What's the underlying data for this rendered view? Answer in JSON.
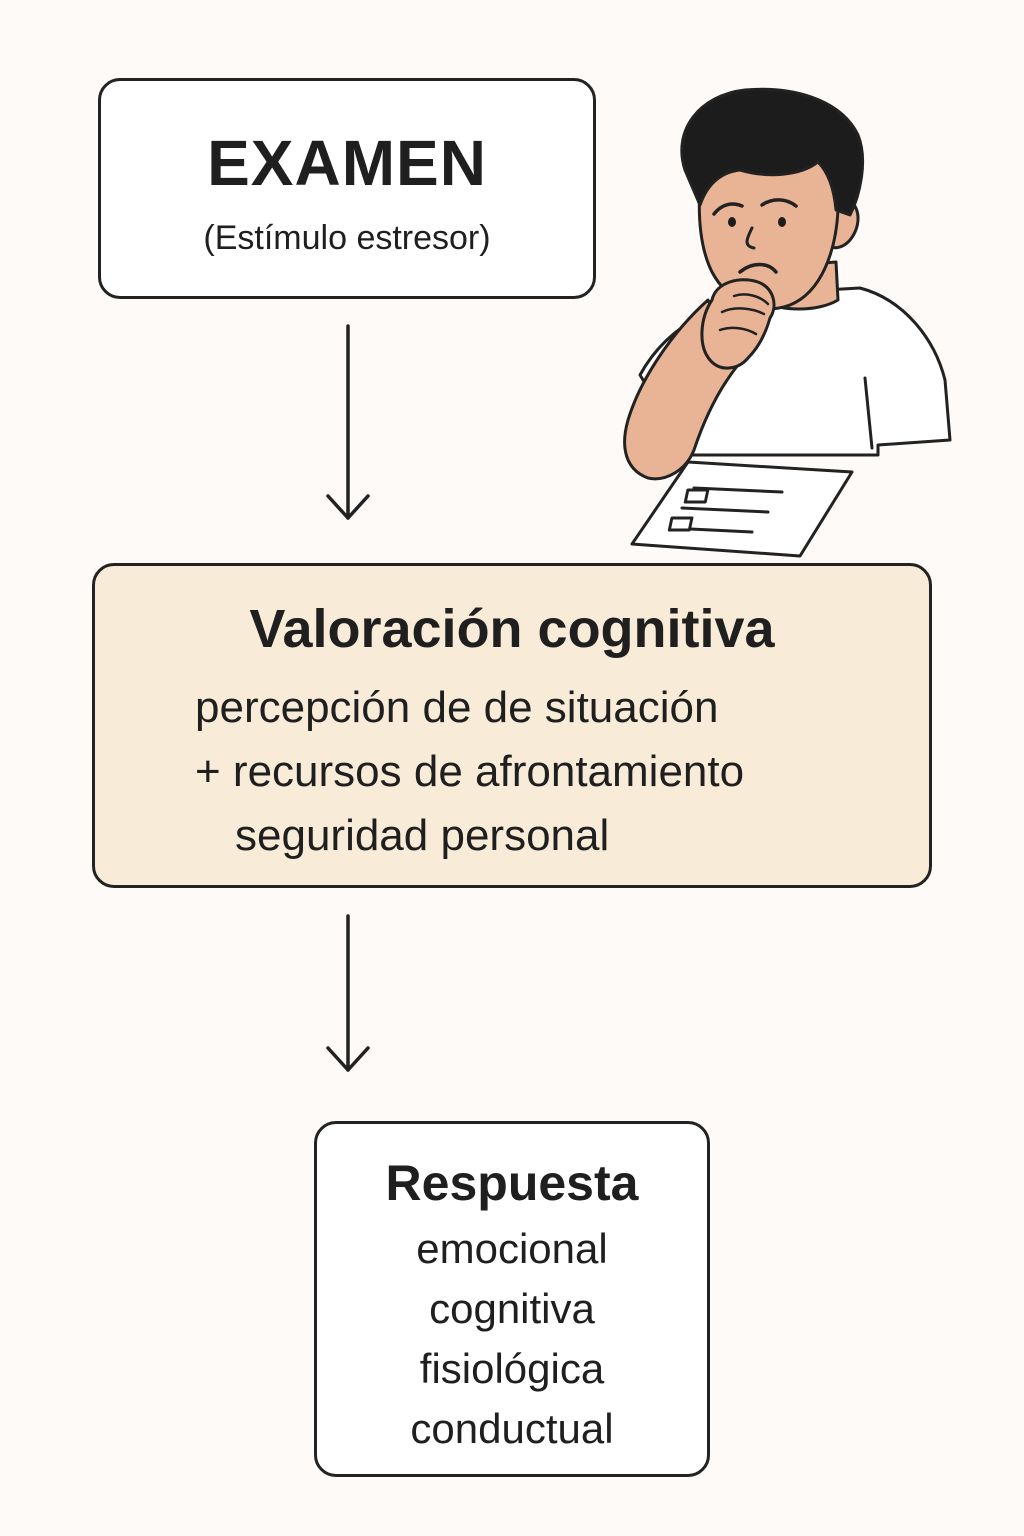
{
  "stimulus": {
    "title": "EXAMEN",
    "subtitle": "(Estímulo estresor)"
  },
  "appraisal": {
    "title": "Valoración cognitiva",
    "lines": [
      "percepción de de situación",
      "+ recursos de afrontamiento",
      "seguridad personal"
    ]
  },
  "response": {
    "title": "Respuesta",
    "items": [
      "emocional",
      "cognitiva",
      "fisiológica",
      "conductual"
    ]
  },
  "colors": {
    "background": "#fdfaf7",
    "appraisal_fill": "#f8ecd8",
    "stroke": "#222222",
    "skin": "#e9b396",
    "hair": "#1c1c1c"
  },
  "icons": {
    "illustration": "worried-student-with-exam-icon",
    "connector": "arrow-down-icon"
  }
}
